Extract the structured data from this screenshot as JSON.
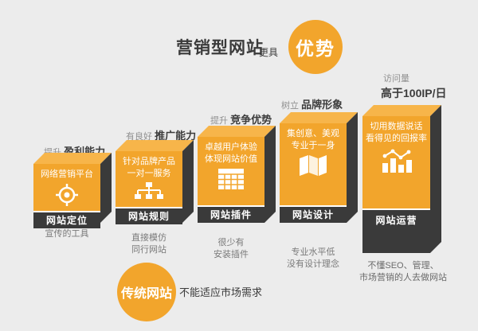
{
  "colors": {
    "background": "#ececec",
    "orange": "#f2a52c",
    "orange_light": "#f7b54a",
    "dark": "#3a3a3a",
    "gray_text": "#8f8f8f",
    "white": "#ffffff"
  },
  "header": {
    "title": "营销型网站",
    "subtitle": "更具",
    "badge": "优势"
  },
  "pillars": [
    {
      "annotation_small": "提升",
      "annotation_bold": "盈利能力",
      "front_lines": [
        "网络营销平台"
      ],
      "icon": "target-icon",
      "band_label": "网站定位",
      "below_lines": [
        "宣传的工具"
      ]
    },
    {
      "annotation_small": "有良好",
      "annotation_bold": "推广能力",
      "front_lines": [
        "针对品牌产品",
        "一对一服务"
      ],
      "icon": "sitemap-icon",
      "band_label": "网站规则",
      "below_lines": [
        "直接模仿",
        "同行网站"
      ]
    },
    {
      "annotation_small": "提升",
      "annotation_bold": "竞争优势",
      "front_lines": [
        "卓越用户体验",
        "体现网站价值"
      ],
      "icon": "table-icon",
      "band_label": "网站插件",
      "below_lines": [
        "很少有",
        "安装插件"
      ]
    },
    {
      "annotation_small": "树立",
      "annotation_bold": "品牌形象",
      "front_lines": [
        "集创意、美观",
        "专业于一身"
      ],
      "icon": "map-icon",
      "band_label": "网站设计",
      "below_lines": [
        "专业水平低",
        "没有设计理念"
      ]
    },
    {
      "annotation_small": "访问量",
      "annotation_bold": "高于100IP/日",
      "front_lines": [
        "切用数据说话",
        "看得见的回报率"
      ],
      "icon": "bar-chart-icon",
      "band_label": "网站运营",
      "below_lines": [
        "不懂SEO、管理、",
        "市场营销的人去做网站"
      ]
    }
  ],
  "footer": {
    "badge": "传统网站",
    "text": "不能适应市场需求"
  }
}
